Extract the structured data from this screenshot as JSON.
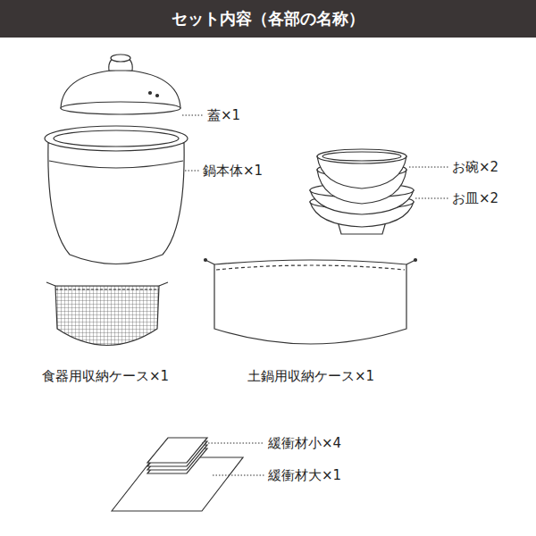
{
  "diagram": {
    "title": "セット内容（各部の名称）",
    "labels": [
      "蓋×1",
      "鍋本体×1",
      "お碗×2",
      "お皿×2",
      "食器用収納ケース×1",
      "土鍋用収納ケース×1",
      "緩衝材小×4",
      "緩衝材大×1"
    ]
  }
}
